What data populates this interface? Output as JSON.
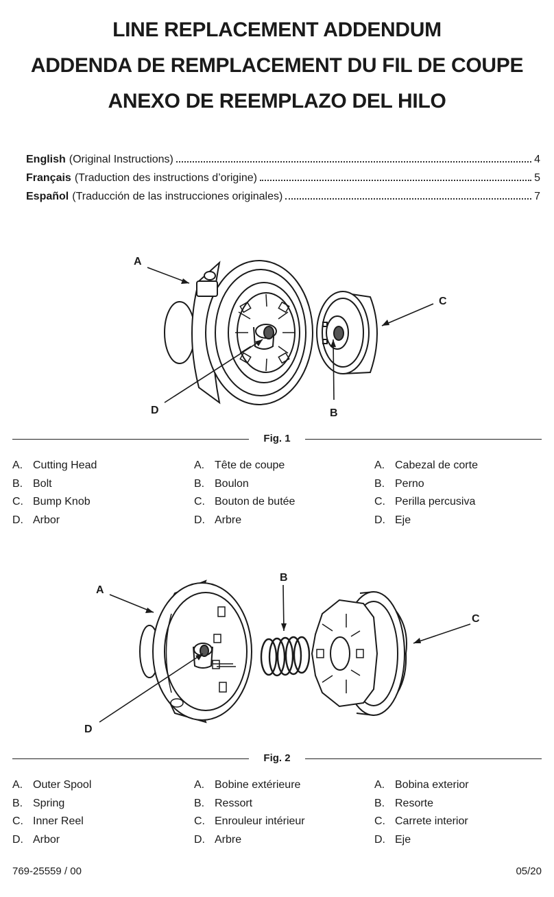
{
  "titles": [
    "LINE REPLACEMENT ADDENDUM",
    "ADDENDA DE REMPLACEMENT DU FIL DE COUPE",
    "ANEXO DE REEMPLAZO DEL HILO"
  ],
  "toc": [
    {
      "lang": "English",
      "desc": "(Original Instructions)",
      "page": "4"
    },
    {
      "lang": "Français",
      "desc": "(Traduction des instructions d’origine)",
      "page": "5"
    },
    {
      "lang": "Español",
      "desc": "(Traducción de las instrucciones originales)",
      "page": "7"
    }
  ],
  "fig1": {
    "caption": "Fig. 1",
    "callouts": {
      "a": "A",
      "b": "B",
      "c": "C",
      "d": "D"
    },
    "legend": {
      "en": [
        [
          "A.",
          "Cutting Head"
        ],
        [
          "B.",
          "Bolt"
        ],
        [
          "C.",
          "Bump Knob"
        ],
        [
          "D.",
          "Arbor"
        ]
      ],
      "fr": [
        [
          "A.",
          "Tête de coupe"
        ],
        [
          "B.",
          "Boulon"
        ],
        [
          "C.",
          "Bouton de butée"
        ],
        [
          "D.",
          "Arbre"
        ]
      ],
      "es": [
        [
          "A.",
          "Cabezal de corte"
        ],
        [
          "B.",
          "Perno"
        ],
        [
          "C.",
          "Perilla percusiva"
        ],
        [
          "D.",
          "Eje"
        ]
      ]
    }
  },
  "fig2": {
    "caption": "Fig. 2",
    "callouts": {
      "a": "A",
      "b": "B",
      "c": "C",
      "d": "D"
    },
    "legend": {
      "en": [
        [
          "A.",
          "Outer Spool"
        ],
        [
          "B.",
          "Spring"
        ],
        [
          "C.",
          "Inner Reel"
        ],
        [
          "D.",
          "Arbor"
        ]
      ],
      "fr": [
        [
          "A.",
          "Bobine extérieure"
        ],
        [
          "B.",
          "Ressort"
        ],
        [
          "C.",
          "Enrouleur intérieur"
        ],
        [
          "D.",
          "Arbre"
        ]
      ],
      "es": [
        [
          "A.",
          "Bobina exterior"
        ],
        [
          "B.",
          "Resorte"
        ],
        [
          "C.",
          "Carrete interior"
        ],
        [
          "D.",
          "Eje"
        ]
      ]
    }
  },
  "footer": {
    "part_number": "769-25559 / 00",
    "date": "05/20"
  }
}
